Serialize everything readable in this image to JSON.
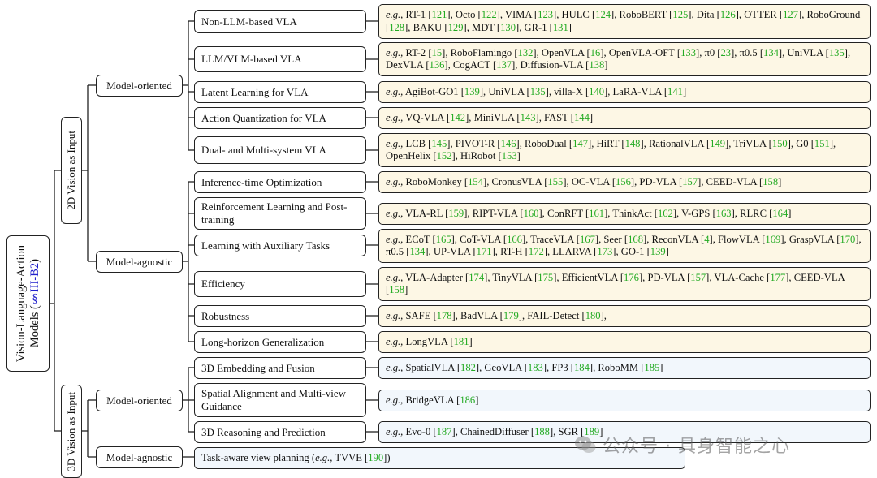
{
  "root": {
    "line1": "Vision-Language-Action",
    "line2_text": "Models (",
    "line2_link": "§III-B2",
    "line2_end": ")"
  },
  "branches": [
    {
      "label": "2D Vision as Input",
      "groups": [
        {
          "label": "Model-oriented",
          "items": [
            {
              "category": "Non-LLM-based VLA",
              "methods": "RT-1 [121], Octo [122], VIMA [123], HULC [124], RoboBERT [125], Dita [126], OTTER [127], RoboGround [128], BAKU [129], MDT [130], GR-1 [131]"
            },
            {
              "category": "LLM/VLM-based VLA",
              "methods": "RT-2 [15], RoboFlamingo [132], OpenVLA [16], OpenVLA-OFT [133], π0 [23], π0.5 [134], UniVLA [135], DexVLA [136], CogACT [137], Diffusion-VLA [138]"
            },
            {
              "category": "Latent Learning for VLA",
              "methods": "AgiBot-GO1 [139], UniVLA [135], villa-X [140], LaRA-VLA [141]"
            },
            {
              "category": "Action Quantization for VLA",
              "methods": "VQ-VLA [142], MiniVLA [143], FAST [144]"
            },
            {
              "category": "Dual- and Multi-system VLA",
              "methods": "LCB [145], PIVOT-R [146], RoboDual [147], HiRT [148], RationalVLA [149], TriVLA [150], G0 [151], OpenHelix [152], HiRobot [153]"
            }
          ]
        },
        {
          "label": "Model-agnostic",
          "items": [
            {
              "category": "Inference-time Optimization",
              "methods": "RoboMonkey [154], CronusVLA [155], OC-VLA [156], PD-VLA [157], CEED-VLA [158]"
            },
            {
              "category": "Reinforcement Learning and Post-training",
              "methods": "VLA-RL [159], RIPT-VLA [160], ConRFT [161], ThinkAct [162], V-GPS [163], RLRC [164]"
            },
            {
              "category": "Learning with Auxiliary Tasks",
              "methods": "ECoT [165], CoT-VLA [166], TraceVLA [167], Seer [168], ReconVLA [4], FlowVLA [169], GraspVLA [170], π0.5 [134], UP-VLA [171], RT-H [172], LLARVA [173], GO-1 [139]"
            },
            {
              "category": "Efficiency",
              "methods": "VLA-Adapter [174], TinyVLA [175], EfficientVLA [176], PD-VLA [157], VLA-Cache [177], CEED-VLA [158]"
            },
            {
              "category": "Robustness",
              "methods": "SAFE [178], BadVLA [179], FAIL-Detect [180],"
            },
            {
              "category": "Long-horizon Generalization",
              "methods": "LongVLA [181]"
            }
          ]
        }
      ]
    },
    {
      "label": "3D Vision as Input",
      "groups": [
        {
          "label": "Model-oriented",
          "items": [
            {
              "category": "3D Embedding and Fusion",
              "methods": "SpatialVLA [182], GeoVLA [183], FP3 [184], RoboMM [185]"
            },
            {
              "category": "Spatial Alignment and Multi-view Guidance",
              "methods": "BridgeVLA [186]"
            },
            {
              "category": "3D Reasoning and Prediction",
              "methods": "Evo-0 [187], ChainedDiffuser [188], SGR [189]"
            }
          ]
        },
        {
          "label": "Model-agnostic",
          "items": [
            {
              "category": "Task-aware view planning",
              "methods": "(e.g., TVVE [190])"
            }
          ]
        }
      ]
    }
  ],
  "eg_prefix": "e.g.,",
  "watermark": "公众号 · 具身智能之心",
  "colors": {
    "box2d": "#fdf7e5",
    "box3d": "#f2f7fc",
    "ref": "#22aa22",
    "link": "#2222cc",
    "border": "#222222"
  }
}
